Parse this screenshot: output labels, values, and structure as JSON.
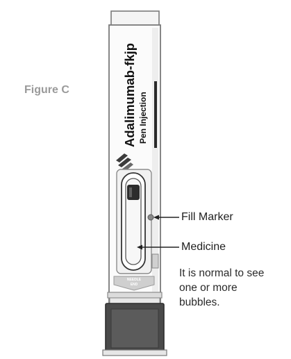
{
  "figure": {
    "label": "Figure C"
  },
  "pen": {
    "brand_name": "Adalimumab-fkjp",
    "subtitle": "Pen Injection",
    "end_label_line1": "NEEDLE",
    "end_label_line2": "END"
  },
  "callouts": {
    "fill_marker": "Fill Marker",
    "medicine": "Medicine",
    "bubbles_note": [
      "It is normal to see",
      "one or more",
      "bubbles."
    ]
  }
}
